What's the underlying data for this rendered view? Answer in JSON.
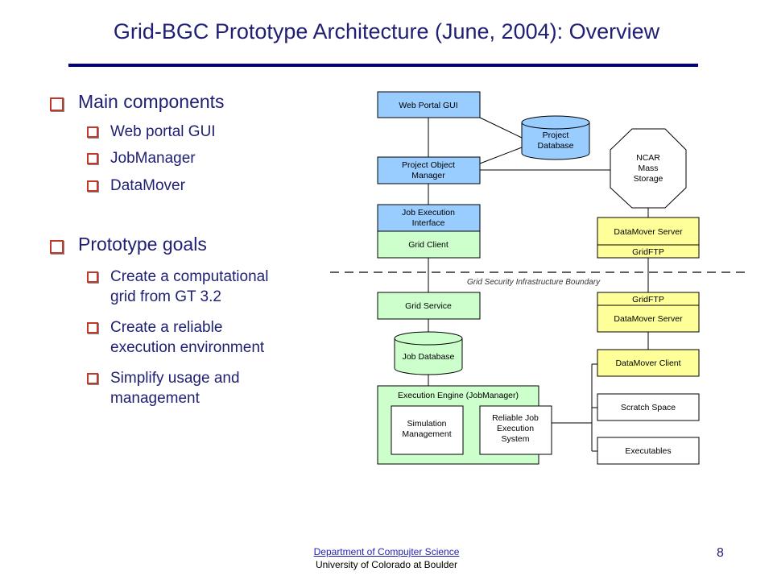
{
  "title": "Grid-BGC Prototype Architecture (June, 2004): Overview",
  "bullets": {
    "main": "Main components",
    "web_portal": "Web portal GUI",
    "job_manager": "JobManager",
    "data_mover": "DataMover",
    "goals": "Prototype goals",
    "goal1_line1": "Create a computational",
    "goal1_line2": "grid from GT 3.2",
    "goal2_line1": "Create a reliable",
    "goal2_line2": "execution environment",
    "goal3_line1": "Simplify usage and",
    "goal3_line2": "management"
  },
  "diagram": {
    "web_portal_gui": "Web Portal GUI",
    "project_db_1": "Project",
    "project_db_2": "Database",
    "pom_1": "Project Object",
    "pom_2": "Manager",
    "ncar_1": "NCAR",
    "ncar_2": "Mass",
    "ncar_3": "Storage",
    "jei_1": "Job Execution",
    "jei_2": "Interface",
    "grid_client": "Grid Client",
    "dm_server_top": "DataMover Server",
    "gridftp_top": "GridFTP",
    "boundary": "Grid Security Infrastructure Boundary",
    "grid_service": "Grid Service",
    "gridftp_bottom": "GridFTP",
    "dm_server_bottom": "DataMover Server",
    "job_db": "Job Database",
    "dm_client": "DataMover Client",
    "exec_engine": "Execution Engine (JobManager)",
    "scratch": "Scratch Space",
    "sim_1": "Simulation",
    "sim_2": "Management",
    "rjes_1": "Reliable Job",
    "rjes_2": "Execution",
    "rjes_3": "System",
    "executables": "Executables"
  },
  "footer": {
    "department": "Department of Compujter Science",
    "university": "University of Colorado at Boulder",
    "page": "8"
  },
  "colors": {
    "blue_box": "#99ccff",
    "green_box": "#ccffcc",
    "yellow_box": "#ffff99",
    "title_text": "#1f1f73",
    "bullet_square": "#c0392b"
  }
}
